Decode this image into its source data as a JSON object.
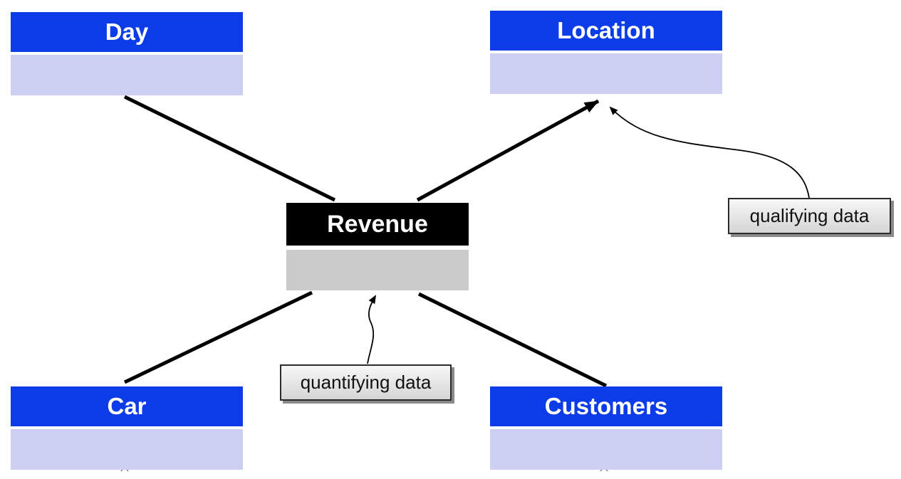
{
  "diagram": {
    "type": "star-schema-diagram",
    "entities": {
      "day": {
        "label": "Day",
        "role": "dimension"
      },
      "location": {
        "label": "Location",
        "role": "dimension"
      },
      "revenue": {
        "label": "Revenue",
        "role": "fact"
      },
      "car": {
        "label": "Car",
        "role": "dimension"
      },
      "customers": {
        "label": "Customers",
        "role": "dimension"
      }
    },
    "callouts": {
      "qualifying": {
        "label": "qualifying data",
        "points_to": "location"
      },
      "quantifying": {
        "label": "quantifying data",
        "points_to": "revenue"
      }
    },
    "connectors": [
      {
        "from": "revenue",
        "to": "day",
        "arrowhead": false
      },
      {
        "from": "revenue",
        "to": "location",
        "arrowhead": true
      },
      {
        "from": "revenue",
        "to": "car",
        "arrowhead": false
      },
      {
        "from": "revenue",
        "to": "customers",
        "arrowhead": false
      }
    ],
    "colors": {
      "background": "#ffffff",
      "dimension_header": "#0b3ce8",
      "dimension_header_text": "#ffffff",
      "dimension_body": "#cccff2",
      "fact_header": "#000000",
      "fact_header_text": "#ffffff",
      "fact_body": "#cbcbcb",
      "connector": "#000000",
      "callout_border": "#2b2b2b",
      "callout_text": "#111111"
    }
  }
}
